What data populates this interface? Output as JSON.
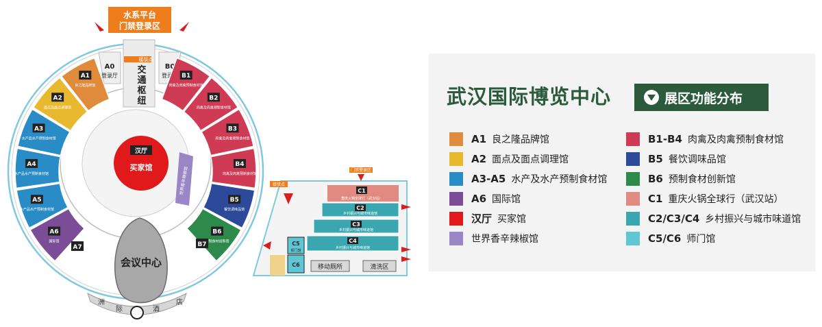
{
  "map": {
    "gate_label_line1": "水系平台",
    "gate_label_line2": "门禁登录区",
    "hub_chars": [
      "交",
      "通",
      "枢",
      "纽"
    ],
    "hub_sign": "接驳点",
    "a0_code": "A0",
    "a0_name": "登录厅",
    "b0_code": "B0",
    "b0_name": "登录厅",
    "center_top": "汉厅",
    "center_main": "买家馆",
    "chili_label": "世界香辛辣椒馆",
    "conference": "会议中心",
    "hotel_chars": [
      "洲",
      "际",
      "酒",
      "店"
    ],
    "west_halls": [
      {
        "code": "A1",
        "name": "良之隆品牌馆",
        "color": "#e08a3c"
      },
      {
        "code": "A2",
        "name": "面点及面点调理馆",
        "color": "#e8b92e"
      },
      {
        "code": "A3",
        "name": "水产品水产预制食材馆",
        "color": "#2a8cc6"
      },
      {
        "code": "A4",
        "name": "水产品水产预制食材馆",
        "color": "#2a8cc6"
      },
      {
        "code": "A5",
        "name": "水产品水产预制食材馆",
        "color": "#2a8cc6"
      },
      {
        "code": "A6",
        "name": "国际馆",
        "color": "#7a4d96"
      }
    ],
    "east_halls": [
      {
        "code": "B1",
        "name": "肉禽及肉禽预制食材馆",
        "color": "#cf3a55"
      },
      {
        "code": "B2",
        "name": "肉禽及肉禽预制食材馆",
        "color": "#cf3a55"
      },
      {
        "code": "B3",
        "name": "肉禽及肉禽预制食材馆",
        "color": "#cf3a55"
      },
      {
        "code": "B4",
        "name": "肉禽及肉禽预制食材馆",
        "color": "#cf3a55"
      },
      {
        "code": "B5",
        "name": "餐饮调味品馆",
        "color": "#2d4a9a"
      },
      {
        "code": "B6",
        "name": "预制食材创新馆",
        "color": "#2e8a4a"
      }
    ],
    "a7": "A7",
    "b7": "B7",
    "c1_code": "C1",
    "c1_name": "重庆火锅全球行（武汉站）",
    "c1_gate": "门禁登录区",
    "c_rows": [
      {
        "code": "C2",
        "name": "乡村振兴与城市味道馆"
      },
      {
        "code": "C3",
        "name": "乡村振兴与城市味道馆"
      },
      {
        "code": "C4",
        "name": "乡村振兴与城市味道馆"
      }
    ],
    "c5_code": "C5",
    "c5_name": "师门馆",
    "c6_code": "C6",
    "toilet": "移动厕所",
    "wash": "清洗区",
    "pickup": "接驳点"
  },
  "legend": {
    "title": "武汉国际博览中心",
    "tag": "展区功能分布",
    "left": [
      {
        "code": "A1",
        "name": "良之隆品牌馆",
        "color": "#e08a3c"
      },
      {
        "code": "A2",
        "name": "面点及面点调理馆",
        "color": "#e8b92e"
      },
      {
        "code": "A3-A5",
        "name": "水产及水产预制食材馆",
        "color": "#2a8cc6"
      },
      {
        "code": "A6",
        "name": "国际馆",
        "color": "#7a4d96"
      },
      {
        "code": "汉厅",
        "name": "买家馆",
        "color": "#e01a1a"
      },
      {
        "code": "",
        "name": "世界香辛辣椒馆",
        "color": "#9a86c4"
      }
    ],
    "right": [
      {
        "code": "B1-B4",
        "name": "肉禽及肉禽预制食材馆",
        "color": "#cf3a55"
      },
      {
        "code": "B5",
        "name": "餐饮调味品馆",
        "color": "#2d4a9a"
      },
      {
        "code": "B6",
        "name": "预制食材创新馆",
        "color": "#2e8a4a"
      },
      {
        "code": "C1",
        "name": "重庆火锅全球行（武汉站）",
        "color": "#e08a82"
      },
      {
        "code": "C2/C3/C4",
        "name": "乡村振兴与城市味道馆",
        "color": "#3aa7b0"
      },
      {
        "code": "C5/C6",
        "name": "师门馆",
        "color": "#5fc6d6"
      }
    ]
  }
}
